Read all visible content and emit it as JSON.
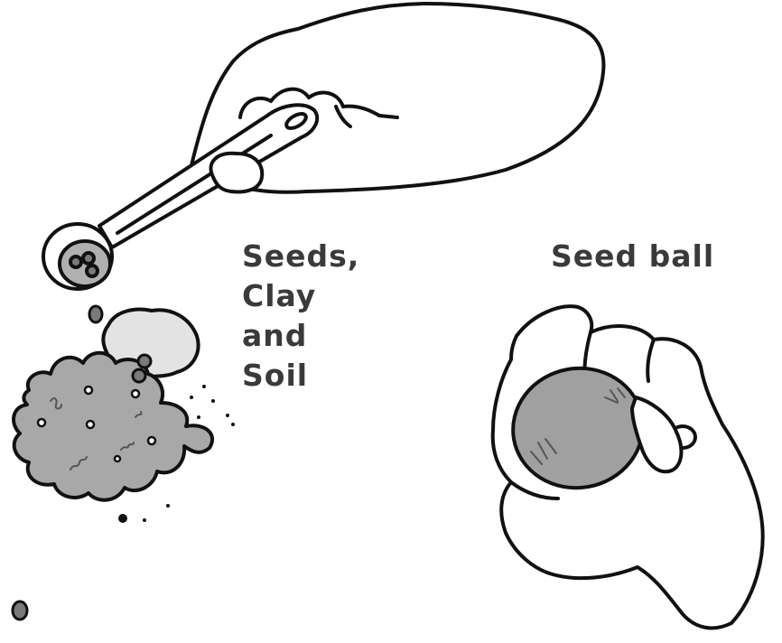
{
  "labels": {
    "left_lines": [
      "Seeds,",
      "Clay",
      "and",
      "Soil"
    ],
    "right": "Seed ball"
  },
  "colors": {
    "ink": "#111111",
    "text": "#3a3a3a",
    "soil": "#a8a8a8",
    "clay": "#e3e3e3",
    "ball": "#a0a0a0",
    "seed": "#7a7a7a"
  },
  "icons": [
    "hand-holding-scoop-icon",
    "scoop-icon",
    "soil-pile-icon",
    "clay-lump-icon",
    "hand-holding-ball-icon",
    "seed-ball-icon"
  ]
}
